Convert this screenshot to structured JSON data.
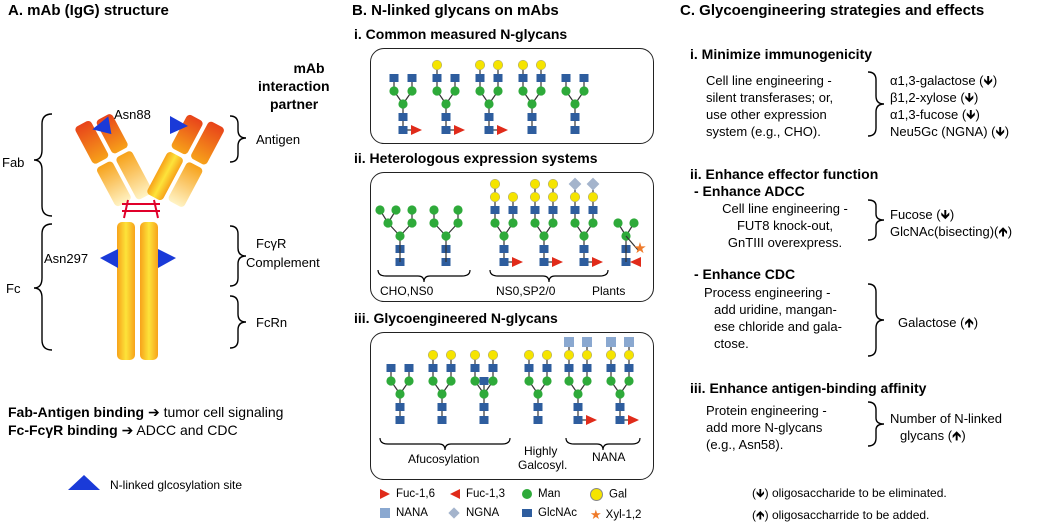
{
  "panelA": {
    "title": "A. mAb (IgG) structure",
    "partner_title_1": "mAb",
    "partner_title_2": "interaction",
    "partner_title_3": "partner",
    "asn88": "Asn88",
    "asn297": "Asn297",
    "fab": "Fab",
    "fc": "Fc",
    "antigen": "Antigen",
    "fcgr": "FcγR",
    "complement": "Complement",
    "fcrn": "FcRn",
    "note1_bold": "Fab-Antigen binding",
    "note1_rest": "tumor cell signaling",
    "note2_bold": "Fc-FcγR binding",
    "note2_rest": "ADCC and CDC",
    "arrow": "➔",
    "legend": "N-linked glcosylation site"
  },
  "panelB": {
    "title": "B. N-linked glycans on mAbs",
    "sub1": "i. Common measured N-glycans",
    "sub2": "ii. Heterologous expression systems",
    "sub3": "iii. Glycoengineered N-glycans",
    "label_cho": "CHO,NS0",
    "label_ns0": "NS0,SP2/0",
    "label_plants": "Plants",
    "label_afuc": "Afucosylation",
    "label_highly": "Highly",
    "label_galcosyl": "Galcosyl.",
    "label_nana": "NANA",
    "legend": {
      "fuc16": "Fuc-1,6",
      "fuc13": "Fuc-1,3",
      "man": "Man",
      "gal": "Gal",
      "nana": "NANA",
      "ngna": "NGNA",
      "glcnac": "GlcNAc",
      "xyl": "Xyl-1,2"
    },
    "colors": {
      "glcnac": "#2e5d9e",
      "man": "#2eaa3a",
      "gal": "#f5e400",
      "fuc": "#e02b1a",
      "nana": "#8aa8d0",
      "ngna": "#a4b4cc",
      "xyl": "#ef7a2a"
    }
  },
  "panelC": {
    "title": "C. Glycoengineering strategies and effects",
    "s1": "i. Minimize immunogenicity",
    "s1_desc": [
      "Cell line engineering -",
      "silent transferases; or,",
      "use other expression",
      "system (e.g., CHO)."
    ],
    "s1_eff": [
      "α1,3-galactose (🡻)",
      "β1,2-xylose (🡻)",
      "α1,3-fucose (🡻)",
      "Neu5Gc (NGNA) (🡻)"
    ],
    "s2": "ii. Enhance effector function",
    "s2a": "- Enhance ADCC",
    "s2a_desc": [
      "Cell line engineering -",
      "FUT8 knock-out,",
      "GnTIII overexpress."
    ],
    "s2a_eff": [
      "Fucose (🡻)",
      "GlcNAc(bisecting)(🡹)"
    ],
    "s2b": "- Enhance CDC",
    "s2b_desc": [
      "Process engineering -",
      "add uridine, mangan-",
      "ese chloride and gala-",
      "ctose."
    ],
    "s2b_eff": "Galactose (🡹)",
    "s3": "iii. Enhance antigen-binding affinity",
    "s3_desc": [
      "Protein engineering -",
      "add more N-glycans",
      "(e.g., Asn58)."
    ],
    "s3_eff": [
      "Number of N-linked",
      "glycans (🡹)"
    ],
    "legend_down": "(🡻) oligosaccharide to be eliminated.",
    "legend_up": "(🡹) oligosaccharride to be added."
  }
}
